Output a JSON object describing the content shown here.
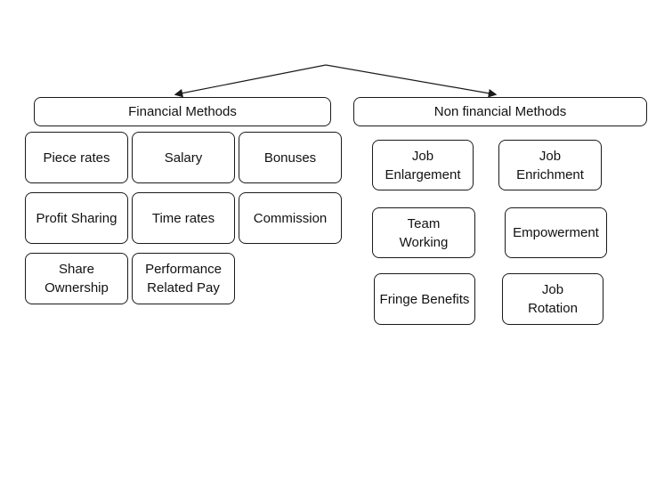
{
  "headers": {
    "financial": "Financial Methods",
    "non_financial": "Non financial Methods"
  },
  "financial_items": [
    "Piece rates",
    "Salary",
    "Bonuses",
    "Profit Sharing",
    "Time rates",
    "Commission",
    "Share\nOwnership",
    "Performance\nRelated Pay"
  ],
  "non_financial_items": [
    "Job\nEnlargement",
    "Job\nEnrichment",
    "Team\nWorking",
    "Empowerment",
    "Fringe Benefits",
    "Job\nRotation"
  ]
}
